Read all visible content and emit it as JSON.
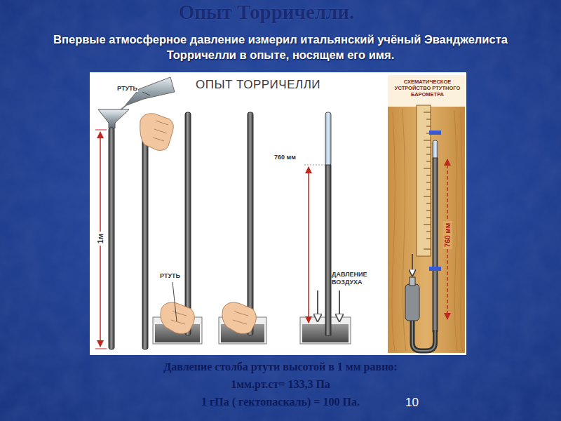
{
  "diagram": {
    "title": "Опыт Торричелли.",
    "nodes": [
      {
        "text": [
          "ОПЫТ ТОРРИЧЕЛЛИ"
        ]
      },
      {
        "text": [
          "СХЕМАТИЧЕСКОЕ УСТРОЙСТВО РТУТНОГО БАРОМЕТРА",
          "760 мм"
        ],
        "in": 0
      }
    ],
    "labels": [
      "Впервые атмосферное давление измерил итальянский учёный Эванджелиста Торричелли в опыте, носящем его имя.",
      "РТУТЬ",
      "1м",
      "РТУТЬ",
      "760 мм",
      "ДАВЛЕНИЕ ВОЗДУХА",
      "Давление столба ртути высотой в 1 мм равно:",
      "1мм.рт.ст= 133,3 Па",
      "1 гПа ( гектопаскаль) = 100 Па.",
      "10"
    ]
  }
}
